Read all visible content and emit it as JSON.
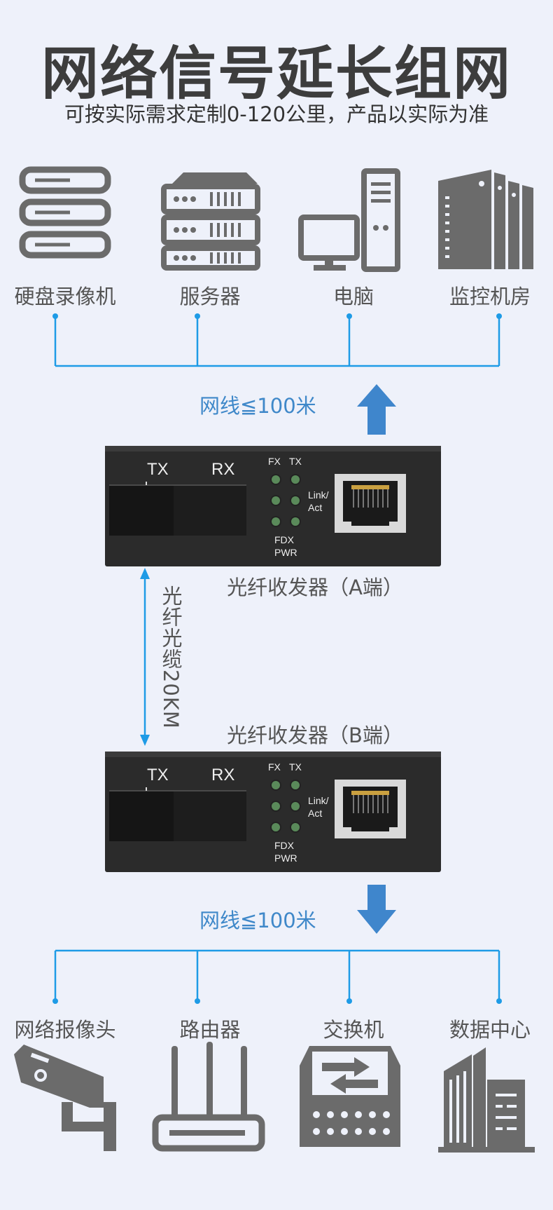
{
  "header": {
    "title": "网络信号延长组网",
    "subtitle": "可按实际需求定制0-120公里，产品以实际为准"
  },
  "top_devices": [
    {
      "label": "硬盘录像机",
      "icon": "dvr-icon"
    },
    {
      "label": "服务器",
      "icon": "server-icon"
    },
    {
      "label": "电脑",
      "icon": "computer-icon"
    },
    {
      "label": "监控机房",
      "icon": "server-room-icon"
    }
  ],
  "bottom_devices": [
    {
      "label": "网络报像头",
      "icon": "camera-icon"
    },
    {
      "label": "路由器",
      "icon": "router-icon"
    },
    {
      "label": "交换机",
      "icon": "switch-icon"
    },
    {
      "label": "数据中心",
      "icon": "datacenter-icon"
    }
  ],
  "top_link": {
    "label": "网线≦100米"
  },
  "bottom_link": {
    "label": "网线≦100米"
  },
  "fiber_link": {
    "label": "光纤光缆20KM"
  },
  "transceiver_a": {
    "caption": "光纤收发器（A端）",
    "tx": "TX",
    "rx": "RX",
    "led_fx": "FX",
    "led_tx": "TX",
    "link_act": [
      "Link/",
      "Act"
    ],
    "fdx": "FDX",
    "pwr": "PWR"
  },
  "transceiver_b": {
    "caption": "光纤收发器（B端）",
    "tx": "TX",
    "rx": "RX",
    "led_fx": "FX",
    "led_tx": "TX",
    "link_act": [
      "Link/",
      "Act"
    ],
    "fdx": "FDX",
    "pwr": "PWR"
  },
  "colors": {
    "line_blue": "#1e9be6",
    "arrow_blue": "#3f86cc",
    "label_blue": "#3f88c9",
    "icon_gray": "#6b6b6b",
    "device_body": "#2b2b2b"
  }
}
